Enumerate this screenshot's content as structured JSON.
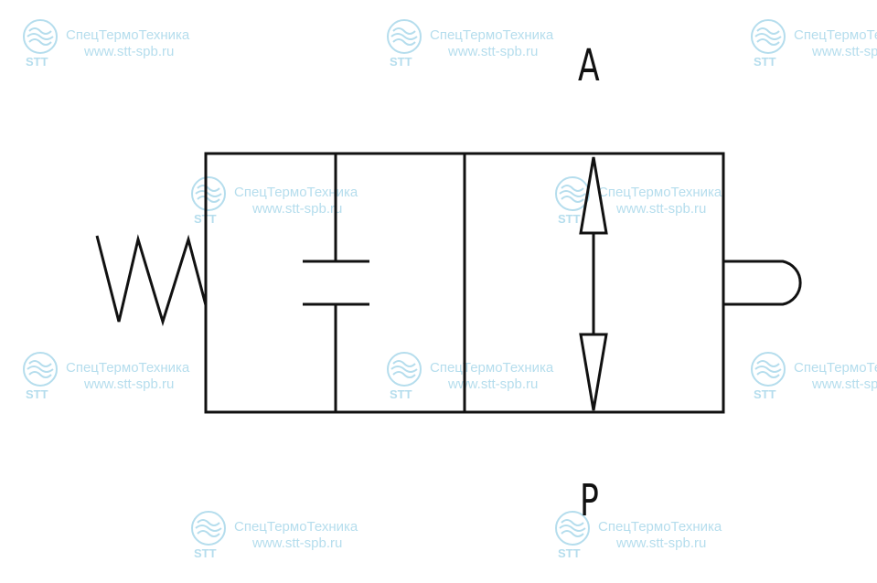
{
  "ports": {
    "top": "A",
    "bottom": "P"
  },
  "watermark": {
    "company": "СпецТермоТехника",
    "url": "www.stt-spb.ru",
    "abbr": "STT"
  },
  "colors": {
    "line": "#111111",
    "watermark": "#a9d8ea"
  }
}
